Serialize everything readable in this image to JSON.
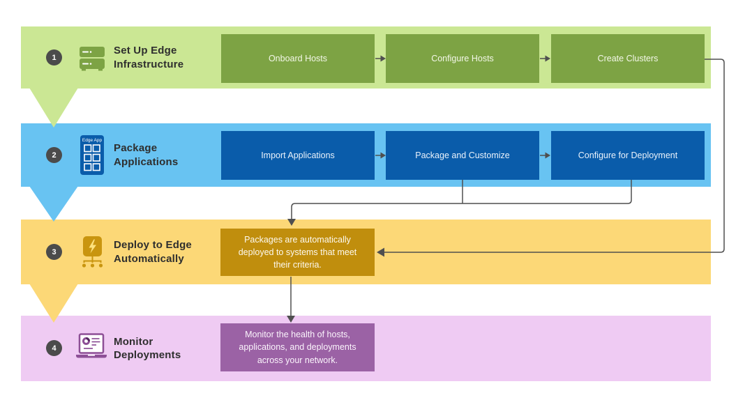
{
  "diagram_name": "edge-deployment-workflow",
  "connector_color": "#4f4f4f",
  "step_number_circle_color": "#4b4b4b",
  "steps": [
    {
      "number": "1",
      "icon": "server-stack-icon",
      "title": "Set Up Edge Infrastructure",
      "band_color": "#cbe794",
      "accent_color": "#7da344",
      "boxes": [
        "Onboard Hosts",
        "Configure Hosts",
        "Create Clusters"
      ]
    },
    {
      "number": "2",
      "icon": "edge-app-icon",
      "icon_label": "Edge App",
      "title": "Package Applications",
      "band_color": "#68c3f2",
      "accent_color": "#0a5caa",
      "boxes": [
        "Import Applications",
        "Package and Customize",
        "Configure for Deployment"
      ]
    },
    {
      "number": "3",
      "icon": "deploy-lightning-icon",
      "title": "Deploy to Edge Automatically",
      "band_color": "#fcd877",
      "accent_color": "#c08e0d",
      "boxes": [
        "Packages are automatically deployed to systems that meet their criteria."
      ]
    },
    {
      "number": "4",
      "icon": "monitor-laptop-icon",
      "title": "Monitor Deployments",
      "band_color": "#efcbf3",
      "accent_color": "#9b62a5",
      "boxes": [
        "Monitor the health of hosts, applications, and deployments across your network."
      ]
    }
  ]
}
